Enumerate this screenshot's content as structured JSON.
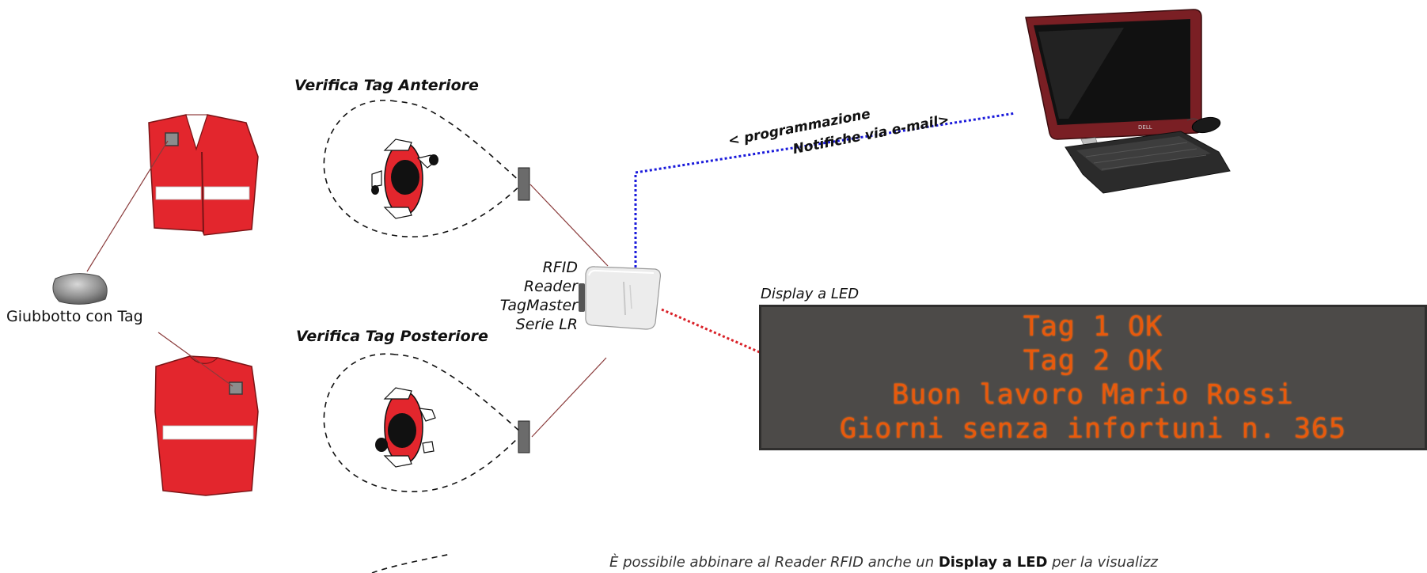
{
  "vest_tag_label": "Giubbotto con Tag",
  "front_check_title": "Verifica Tag Anteriore",
  "rear_check_title": "Verifica Tag Posteriore",
  "reader": {
    "line1": "RFID",
    "line2": "Reader",
    "line3": "TagMaster",
    "line4": "Serie LR"
  },
  "link_label": {
    "line1": "< programmazione",
    "line2": "Notifiche via e-mail>"
  },
  "display": {
    "caption": "Display a LED",
    "rows": [
      "Tag 1 OK",
      "Tag 2 OK",
      "Buon lavoro Mario Rossi",
      "Giorni senza infortuni n. 365"
    ]
  },
  "footnote": {
    "text_before": "È possibile abbinare al Reader RFID anche un ",
    "bold": "Display a LED",
    "text_after": " per la visualizz"
  },
  "colors": {
    "vest_red": "#e3262d",
    "led_text": "#e8590c",
    "led_background": "#4c4a48",
    "network_link_blue": "#1a1adb",
    "serial_link_red": "#d91f26",
    "tag_wire": "#8a3b3b"
  },
  "icons": [
    "vest-front-icon",
    "vest-back-icon",
    "tag-device-icon",
    "worker-topview-icon",
    "antenna-icon",
    "rfid-reader-icon",
    "desktop-computer-icon",
    "keyboard-icon",
    "mouse-icon"
  ]
}
